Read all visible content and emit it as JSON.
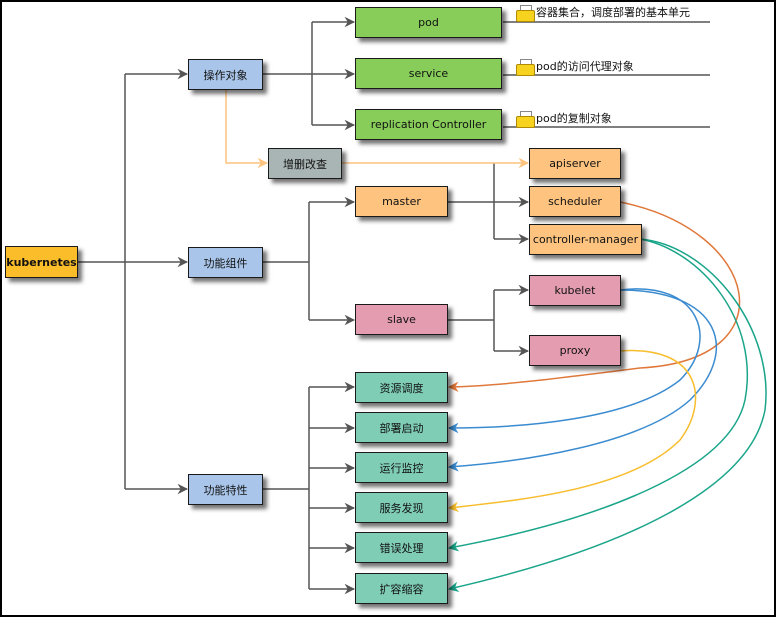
{
  "title": "kubernetes",
  "categories": {
    "objects": "操作对象",
    "components": "功能组件",
    "features": "功能特性"
  },
  "objects": [
    {
      "label": "pod",
      "note": "容器集合，调度部署的基本单元"
    },
    {
      "label": "service",
      "note": "pod的访问代理对象"
    },
    {
      "label": "replication  Controller",
      "note": "pod的复制对象"
    }
  ],
  "crud": "增删改查",
  "master": {
    "label": "master",
    "children": [
      "apiserver",
      "scheduler",
      "controller-manager"
    ]
  },
  "slave": {
    "label": "slave",
    "children": [
      "kubelet",
      "proxy"
    ]
  },
  "features": [
    "资源调度",
    "部署启动",
    "运行监控",
    "服务发现",
    "错误处理",
    "扩容缩容"
  ],
  "links": [
    {
      "from": "scheduler",
      "to": "资源调度",
      "color": "#e0783a"
    },
    {
      "from": "kubelet",
      "to": "部署启动",
      "color": "#3a8bd0"
    },
    {
      "from": "kubelet",
      "to": "运行监控",
      "color": "#3a8bd0"
    },
    {
      "from": "proxy",
      "to": "服务发现",
      "color": "#f7bd2c"
    },
    {
      "from": "controller-manager",
      "to": "错误处理",
      "color": "#1aa58a"
    },
    {
      "from": "controller-manager",
      "to": "扩容缩容",
      "color": "#1aa58a"
    }
  ],
  "colors": {
    "connector": "#555555",
    "crud_connector": "#fec37f"
  }
}
